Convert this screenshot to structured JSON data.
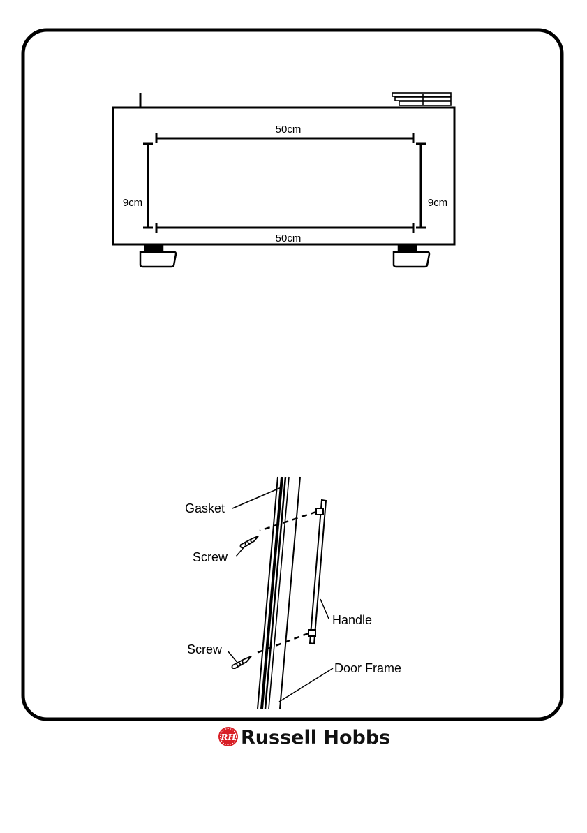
{
  "dimension_diagram": {
    "top_width": "50cm",
    "bottom_width": "50cm",
    "left_height": "9cm",
    "right_height": "9cm"
  },
  "handle_diagram": {
    "gasket_label": "Gasket",
    "screw_top_label": "Screw",
    "screw_bottom_label": "Screw",
    "handle_label": "Handle",
    "door_frame_label": "Door Frame"
  },
  "footer": {
    "brand": "Russell Hobbs",
    "logo_monogram": "RH"
  }
}
